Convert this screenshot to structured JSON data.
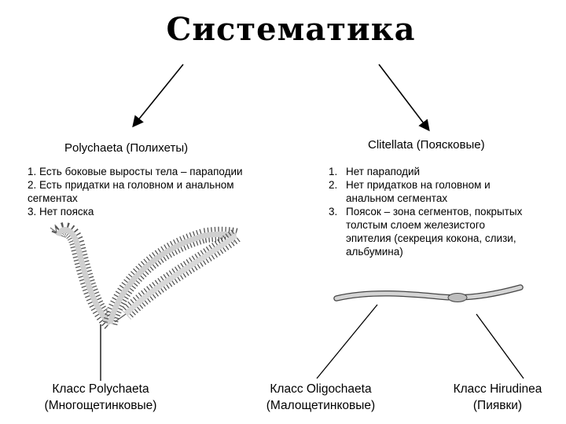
{
  "title": "Систематика",
  "left": {
    "heading": "Polychaeta (Полихеты)",
    "traits": [
      "1. Есть боковые выросты тела – параподии",
      "2. Есть придатки на головном и анальном",
      "сегментах",
      "3. Нет пояска"
    ]
  },
  "right": {
    "heading": "Clitellata (Поясковые)",
    "traits": [
      {
        "num": "1.",
        "lines": [
          "Нет параподий"
        ]
      },
      {
        "num": "2.",
        "lines": [
          "Нет придатков на головном и",
          "анальном сегментах"
        ]
      },
      {
        "num": "3.",
        "lines": [
          "Поясок – зона сегментов, покрытых",
          "толстым слоем железистого",
          "эпителия (секреция кокона, слизи,",
          "альбумина)"
        ]
      }
    ]
  },
  "classes": [
    {
      "name": "Класс Polychaeta",
      "common": "(Многощетинковые)"
    },
    {
      "name": "Класс Oligochaeta",
      "common": "(Малощетинковые)"
    },
    {
      "name": "Класс Hirudinea",
      "common": "(Пиявки)"
    }
  ]
}
